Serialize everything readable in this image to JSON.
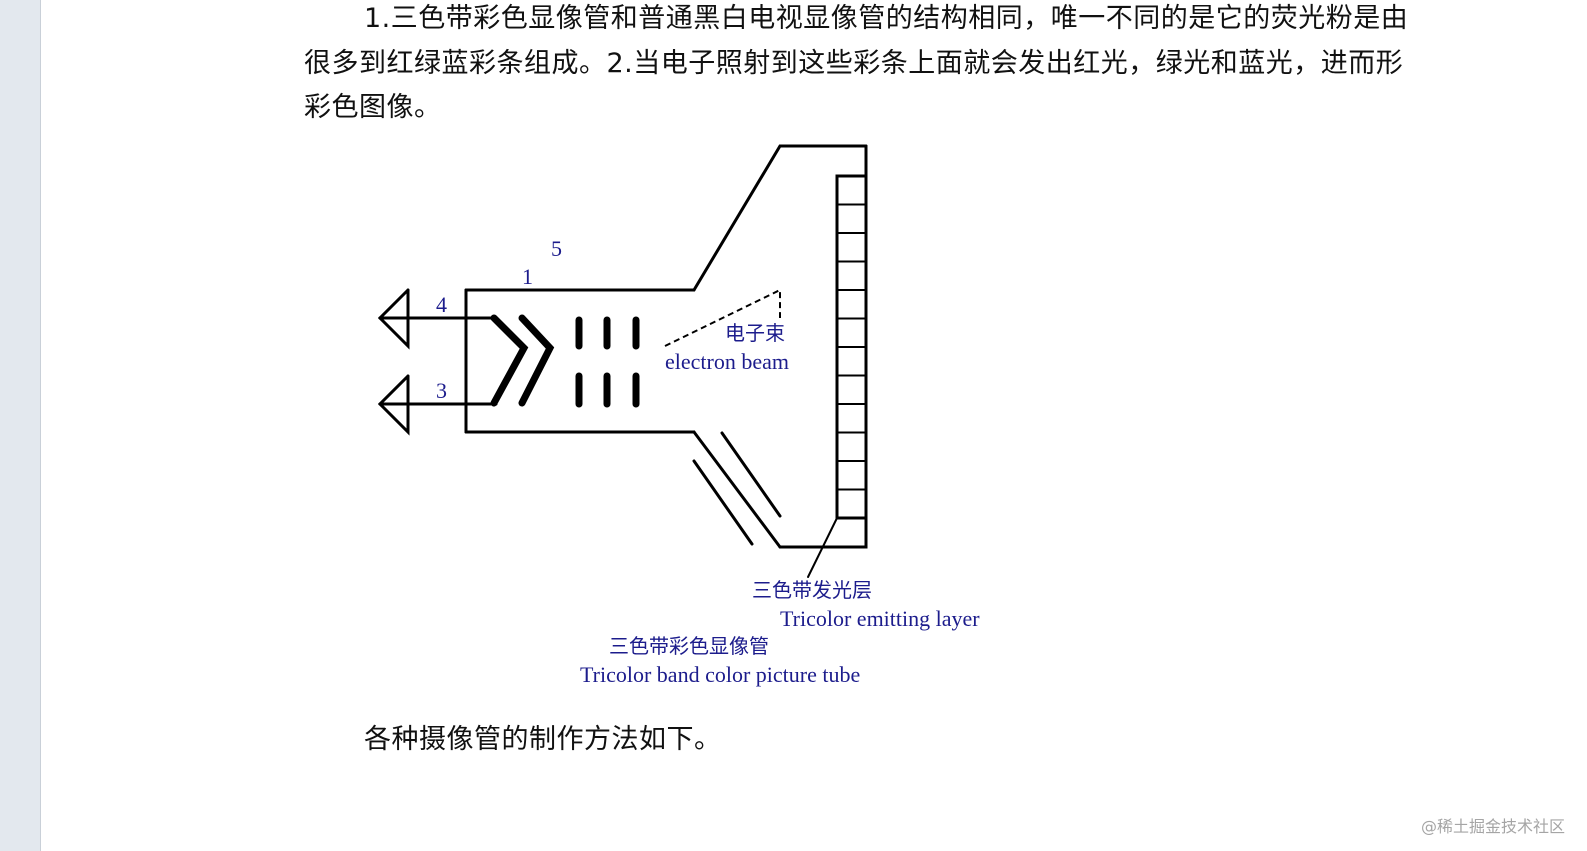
{
  "document": {
    "paragraph1": {
      "line1": "1.三色带彩色显像管和普通黑白电视显像管的结构相同，唯一不同的是它的荧光粉是由",
      "line2": "很多到红绿蓝彩条组成。2.当电子照射到这些彩条上面就会发出红光，绿光和蓝光，进而形",
      "line3": "彩色图像。"
    },
    "paragraph2": "各种摄像管的制作方法如下。"
  },
  "diagram": {
    "labels": {
      "n5": "5",
      "n1": "1",
      "n4": "4",
      "n3": "3",
      "beam_cn": "电子束",
      "beam_en": "electron beam",
      "layer_cn": "三色带发光层",
      "layer_en": "Tricolor emitting layer",
      "tube_cn": "三色带彩色显像管",
      "tube_en": "Tricolor band color picture tube"
    },
    "colors": {
      "label_text": "#1c1c8c",
      "line": "#000000"
    }
  },
  "watermark": "@稀土掘金技术社区"
}
